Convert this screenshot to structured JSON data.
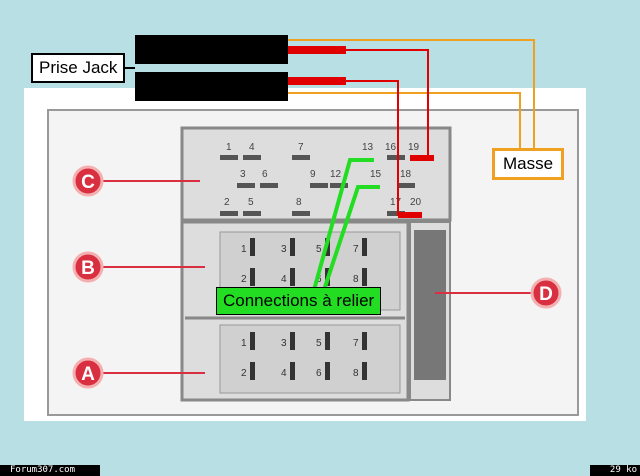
{
  "labels": {
    "prise_jack": "Prise Jack",
    "masse": "Masse",
    "connections": "Connections à relier"
  },
  "connectors": {
    "c": "C",
    "b": "B",
    "a": "A",
    "d": "D"
  },
  "pins_c": {
    "row1": [
      "1",
      "4",
      "7",
      "13",
      "16",
      "19"
    ],
    "row2": [
      "3",
      "6",
      "9",
      "12",
      "15",
      "18"
    ],
    "row3": [
      "2",
      "5",
      "8",
      "17",
      "20"
    ]
  },
  "pins_b": [
    "1",
    "3",
    "5",
    "7",
    "2",
    "4",
    "6",
    "8"
  ],
  "pins_a": [
    "1",
    "3",
    "5",
    "7",
    "2",
    "4",
    "6",
    "8"
  ],
  "footer": {
    "site": "Forum307.com",
    "size": "29 ko"
  },
  "colors": {
    "background": "#b8e0e4",
    "wire_red": "#e00000",
    "wire_orange": "#f0a020",
    "wire_green": "#22dd22",
    "badge_red": "#d83040"
  }
}
